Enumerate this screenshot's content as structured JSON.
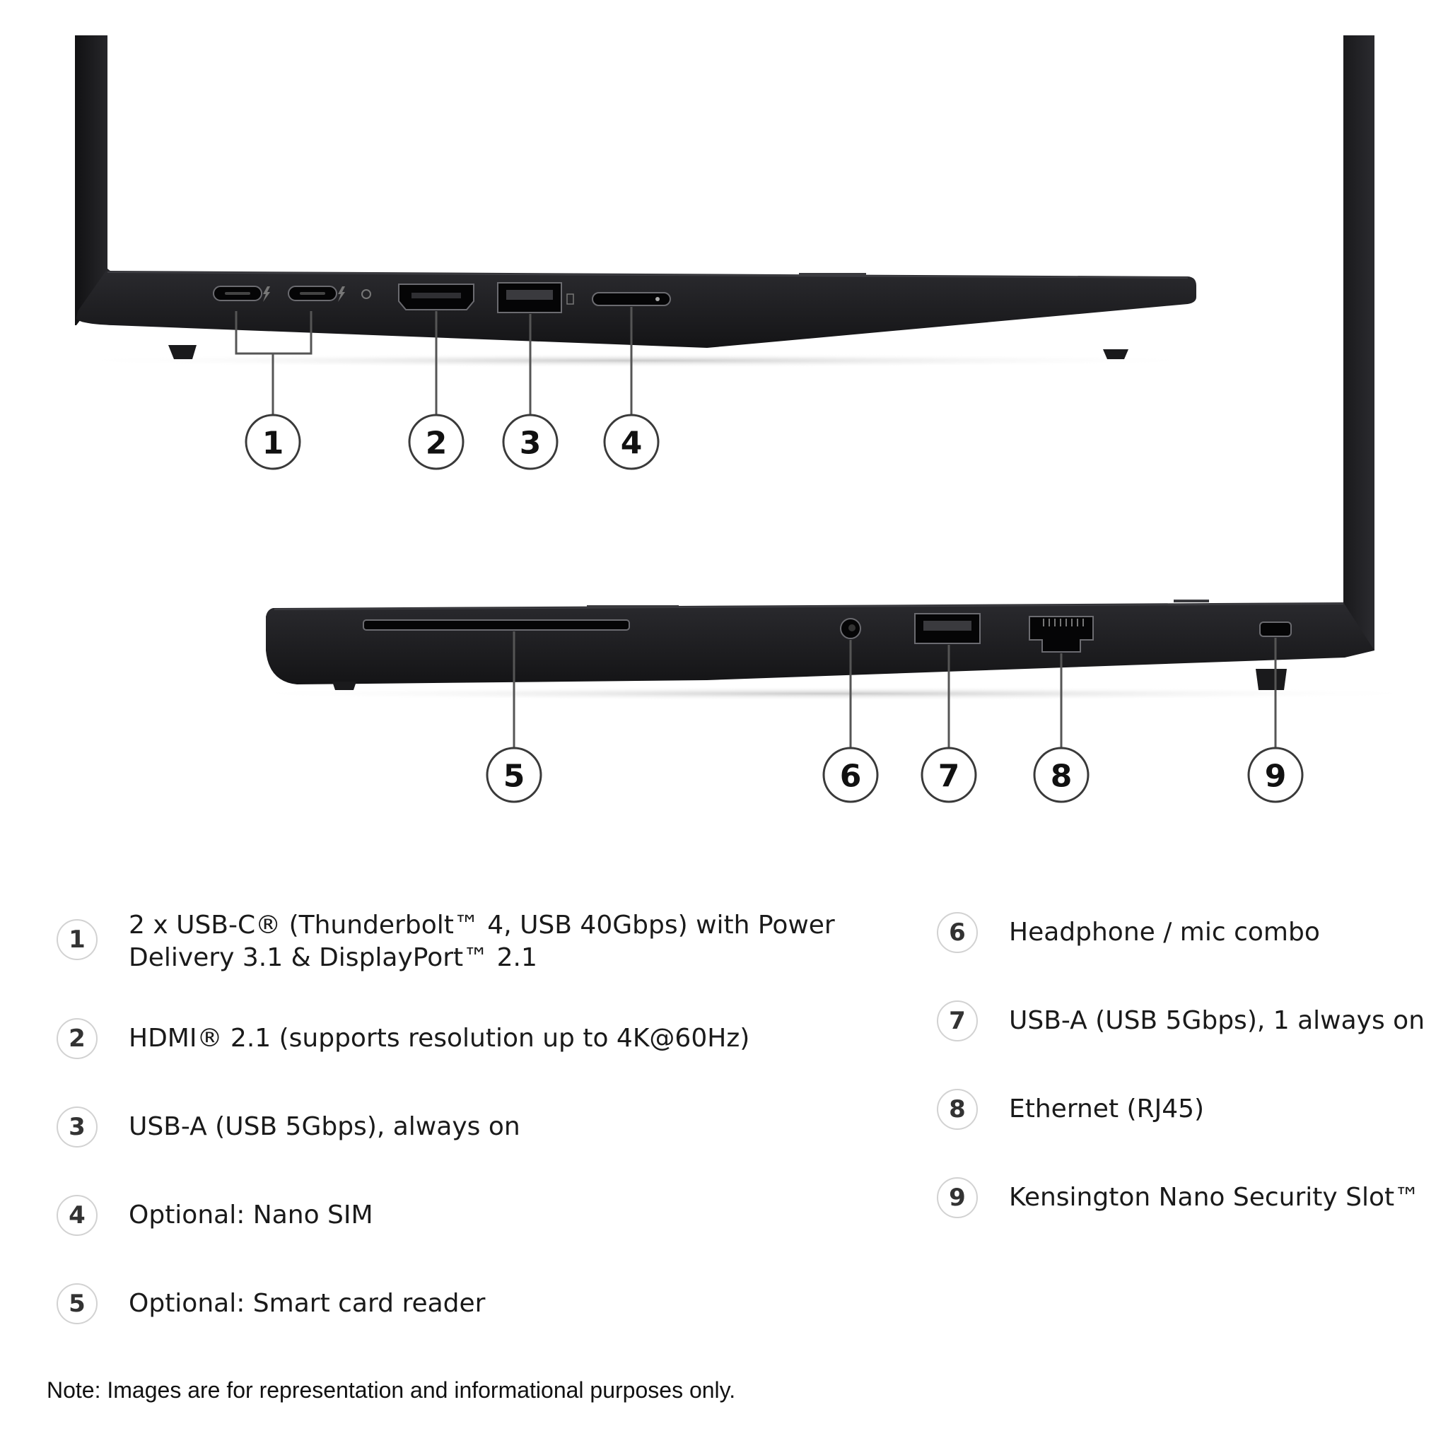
{
  "callouts": [
    "1",
    "2",
    "3",
    "4",
    "5",
    "6",
    "7",
    "8",
    "9"
  ],
  "legend": [
    {
      "num": "1",
      "text": "2 x USB-C® (Thunderbolt™ 4, USB 40Gbps) with Power Delivery 3.1 & DisplayPort™ 2.1"
    },
    {
      "num": "2",
      "text": "HDMI® 2.1 (supports resolution up to 4K@60Hz)"
    },
    {
      "num": "3",
      "text": "USB-A (USB 5Gbps), always on"
    },
    {
      "num": "4",
      "text": "Optional: Nano SIM"
    },
    {
      "num": "5",
      "text": "Optional: Smart card reader"
    },
    {
      "num": "6",
      "text": "Headphone / mic combo"
    },
    {
      "num": "7",
      "text": "USB-A (USB 5Gbps), 1 always on"
    },
    {
      "num": "8",
      "text": "Ethernet (RJ45)"
    },
    {
      "num": "9",
      "text": "Kensington Nano Security Slot™"
    }
  ],
  "note": "Note: Images are for representation and informational purposes only.",
  "colors": {
    "chassis": "#1c1c1f",
    "port": "#050506",
    "outline": "#555555",
    "leader": "#555555"
  }
}
